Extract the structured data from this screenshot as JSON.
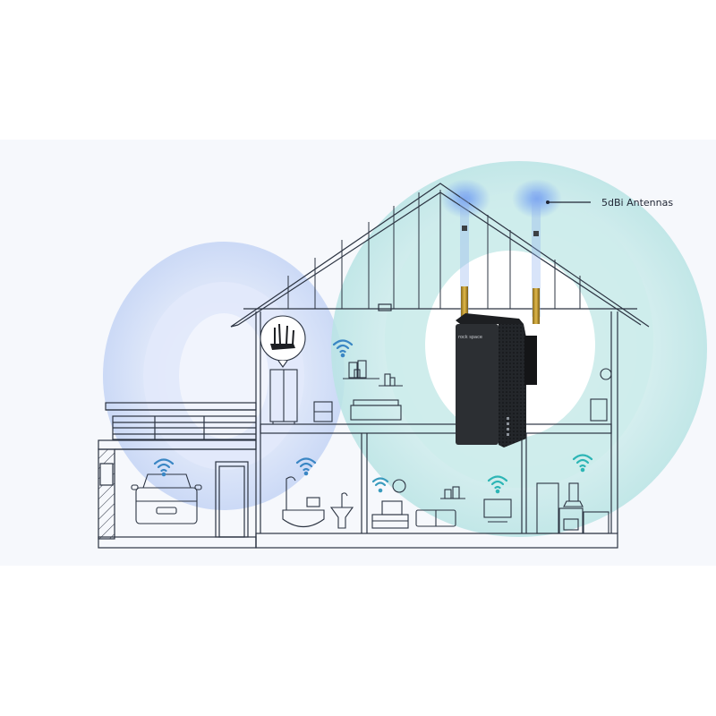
{
  "callout": {
    "label": "5dBi Antennas"
  },
  "device": {
    "brand_text": "rock space",
    "type": "wifi-range-extender",
    "antenna_count": 2
  },
  "colors": {
    "panel_bg": "#f6f8fc",
    "blue_wave": "#c9d8f6",
    "teal_wave": "#bfe6e6",
    "line": "#2c3442",
    "wifi_blue": "#3a86c4",
    "wifi_teal": "#2cb5b5",
    "device": "#2a2d31"
  },
  "rooms": [
    {
      "name": "garage",
      "items": [
        "car",
        "door"
      ]
    },
    {
      "name": "bedroom",
      "items": [
        "router",
        "wardrobe",
        "nightstand",
        "bed",
        "shelves"
      ]
    },
    {
      "name": "bathroom",
      "items": [
        "bathtub",
        "shower",
        "sink"
      ]
    },
    {
      "name": "living-room",
      "items": [
        "tv-stand",
        "sofa",
        "tv",
        "shelf",
        "clock"
      ]
    },
    {
      "name": "kitchen",
      "items": [
        "door",
        "range-hood",
        "stove",
        "cabinet"
      ]
    },
    {
      "name": "study",
      "items": [
        "clock",
        "drawers"
      ]
    }
  ]
}
